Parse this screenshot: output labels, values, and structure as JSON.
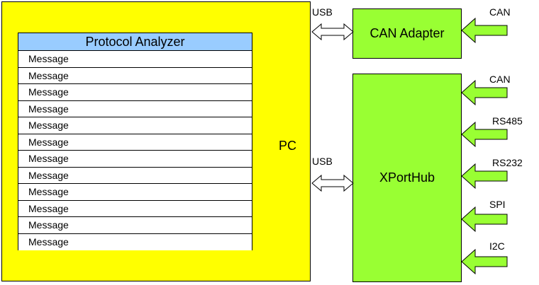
{
  "pc": {
    "label": "PC"
  },
  "protocol_analyzer": {
    "title": "Protocol Analyzer",
    "messages": [
      "Message",
      "Message",
      "Message",
      "Message",
      "Message",
      "Message",
      "Message",
      "Message",
      "Message",
      "Message",
      "Message",
      "Message"
    ]
  },
  "can_adapter": {
    "label": "CAN Adapter",
    "link_label": "USB",
    "input_label": "CAN"
  },
  "xporthub": {
    "label": "XPortHub",
    "link_label": "USB",
    "inputs": [
      "CAN",
      "RS485",
      "RS232",
      "SPI",
      "I2C"
    ]
  },
  "colors": {
    "pc_fill": "#ffff00",
    "analyzer_header_fill": "#99ccff",
    "device_fill": "#99ff33",
    "arrow_fill": "#99ff33",
    "usb_arrow_fill": "#ffffff"
  }
}
